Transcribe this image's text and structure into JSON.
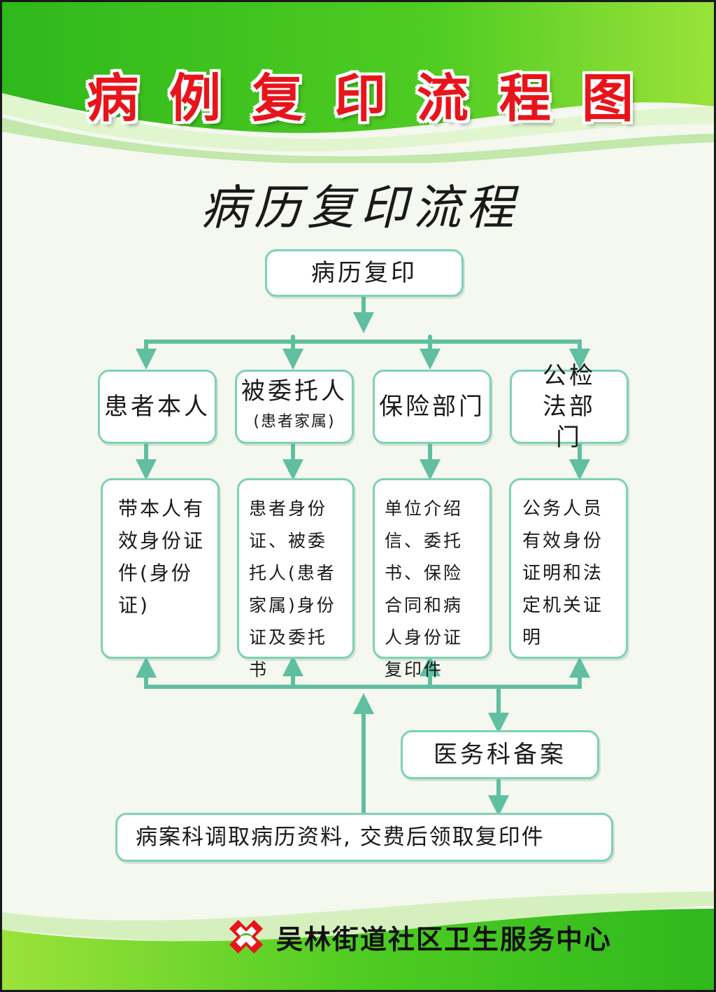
{
  "poster": {
    "main_title": "病例复印流程图",
    "sub_title": "病历复印流程",
    "footer_text": "吴林街道社区卫生服务中心",
    "colors": {
      "green": "#3fbf1f",
      "red": "#e8141b",
      "line": "#5fbfa0",
      "border": "#7ed1b6"
    }
  },
  "flow": {
    "start": "病历复印",
    "applicants": [
      {
        "label": "患者本人",
        "sub": ""
      },
      {
        "label": "被委托人",
        "sub": "(患者家属)"
      },
      {
        "label": "保险部门",
        "sub": ""
      },
      {
        "label": "公检法部门",
        "sub": ""
      }
    ],
    "requirements": [
      "带本人有效身份证件(身份证)",
      "患者身份证、被委托人(患者家属)身份证及委托书",
      "单位介绍信、委托书、保险合同和病人身份证复印件",
      "公务人员有效身份证明和法定机关证明"
    ],
    "record": "医务科备案",
    "final": "病案科调取病历资料, 交费后领取复印件"
  }
}
